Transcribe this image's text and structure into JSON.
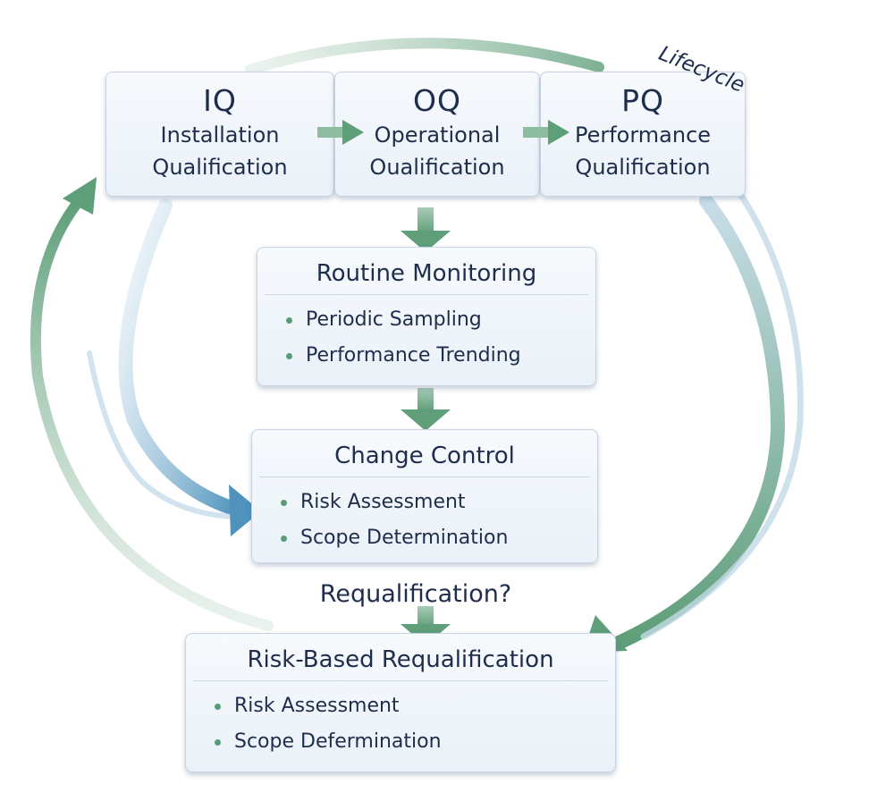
{
  "lifecycle_label": "Lifecycle",
  "qualifications": [
    {
      "abbr": "IQ",
      "line1": "Installation",
      "line2": "Qualification"
    },
    {
      "abbr": "OQ",
      "line1": "Operational",
      "line2": "Oualification"
    },
    {
      "abbr": "PQ",
      "line1": "Performance",
      "line2": "Qualification"
    }
  ],
  "routine_monitoring": {
    "title": "Routine Monitoring",
    "items": [
      "Periodic Sampling",
      "Performance Trending"
    ]
  },
  "change_control": {
    "title": "Change Control",
    "items": [
      "Risk Assessment",
      "Scope Determination"
    ]
  },
  "decision": "Requalification?",
  "requalification": {
    "title": "Risk-Based Requalification",
    "items": [
      "Risk Assessment",
      "Scope Defermination"
    ]
  },
  "colors": {
    "green_arrow": "#5e9e78",
    "blue_arrow": "#5f9fc4",
    "box_border": "#c6d4e3",
    "text": "#1f2d4d"
  }
}
